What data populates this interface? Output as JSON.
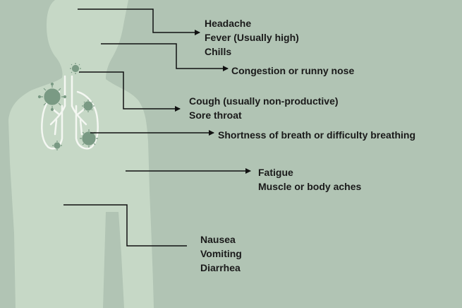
{
  "colors": {
    "background": "#b1c4b4",
    "body_silhouette": "#c6d8c6",
    "virus": "#7a9a84",
    "lungs_outline": "#f4f7f2",
    "arrow": "#111111",
    "text": "#1a1a1a"
  },
  "groups": {
    "head": {
      "lines": [
        "Headache",
        "Fever (Usually high)",
        "Chills"
      ]
    },
    "nose": {
      "lines": [
        "Congestion or runny nose"
      ]
    },
    "throat": {
      "lines": [
        "Cough (usually non-productive)",
        "Sore throat"
      ]
    },
    "lungs": {
      "lines": [
        "Shortness of breath or difficulty breathing"
      ]
    },
    "body": {
      "lines": [
        "Fatigue",
        "Muscle or body aches"
      ]
    },
    "gut": {
      "lines": [
        "Nausea",
        "Vomiting",
        "Diarrhea"
      ]
    }
  }
}
